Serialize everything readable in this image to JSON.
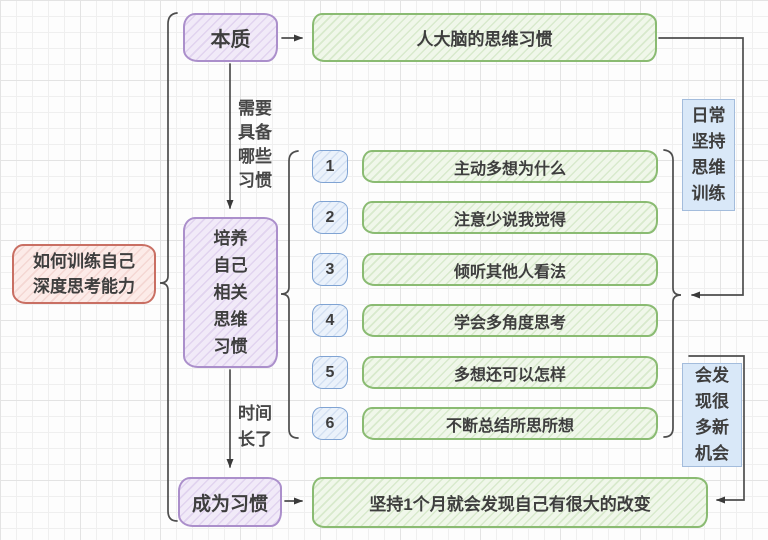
{
  "root": {
    "label": "如何训练自己\n深度思考能力"
  },
  "essence": {
    "label": "本质",
    "result": "人大脑的思维习惯"
  },
  "habits": {
    "edge_label": "需要\n具备\n哪些\n习惯",
    "label": "培养\n自己\n相关\n思维\n习惯",
    "items": [
      {
        "num": "1",
        "text": "主动多想为什么"
      },
      {
        "num": "2",
        "text": "注意少说我觉得"
      },
      {
        "num": "3",
        "text": "倾听其他人看法"
      },
      {
        "num": "4",
        "text": "学会多角度思考"
      },
      {
        "num": "5",
        "text": "多想还可以怎样"
      },
      {
        "num": "6",
        "text": "不断总结所思所想"
      }
    ],
    "note": "日常\n坚持\n思维\n训练"
  },
  "become": {
    "edge_label": "时间\n长了",
    "label": "成为习惯",
    "result": "坚持1个月就会发现自己有很大的改变",
    "note": "会发\n现很\n多新\n机会"
  },
  "colors": {
    "purple_border": "#ab8fcb",
    "red_border": "#c96f63",
    "green_border": "#8abb72",
    "number_blue_border": "#7fa3d3",
    "note_blue_fill": "#d9e8f8",
    "line": "#4d4d4d"
  }
}
